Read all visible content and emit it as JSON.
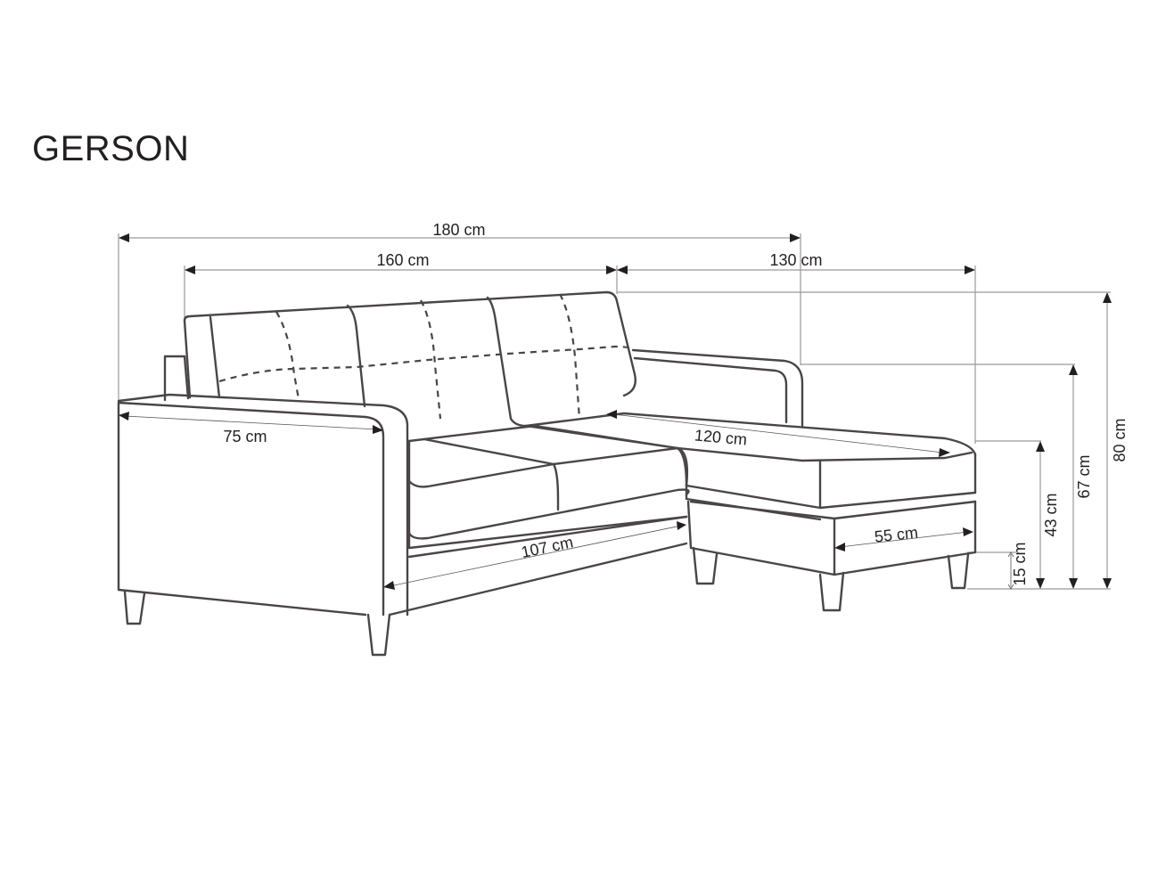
{
  "title": "GERSON",
  "dimensions": {
    "total_width": "180 cm",
    "sofa_width": "160 cm",
    "chaise_length": "130 cm",
    "armrest_depth": "75 cm",
    "chaise_seat_length": "120 cm",
    "seat_width": "107 cm",
    "chaise_width": "55 cm",
    "leg_height": "15 cm",
    "seat_height": "43 cm",
    "armrest_height": "67 cm",
    "total_height": "80 cm"
  },
  "colors": {
    "line": "#4a4546",
    "dimension_line": "#9a9a9a",
    "text": "#231f20",
    "background": "#ffffff"
  }
}
